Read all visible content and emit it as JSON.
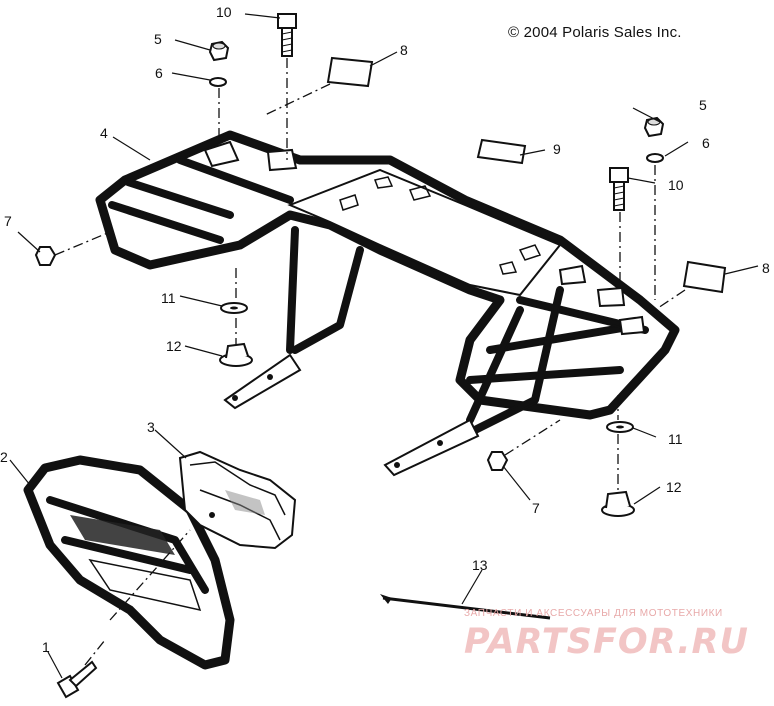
{
  "copyright": "© 2004 Polaris Sales Inc.",
  "watermark": {
    "line": "ЗАПЧАСТИ И АКСЕССУАРЫ ДЛЯ МОТОТЕХНИКИ",
    "logo": "PARTSFOR.RU"
  },
  "callouts": {
    "c1": "1",
    "c2": "2",
    "c3": "3",
    "c4": "4",
    "c5a": "5",
    "c5b": "5",
    "c6a": "6",
    "c6b": "6",
    "c7a": "7",
    "c7b": "7",
    "c8a": "8",
    "c8b": "8",
    "c9": "9",
    "c10a": "10",
    "c10b": "10",
    "c11a": "11",
    "c11b": "11",
    "c12a": "12",
    "c12b": "12",
    "c13": "13"
  },
  "colors": {
    "line": "#111111",
    "watermark": "#f0bcbc"
  }
}
